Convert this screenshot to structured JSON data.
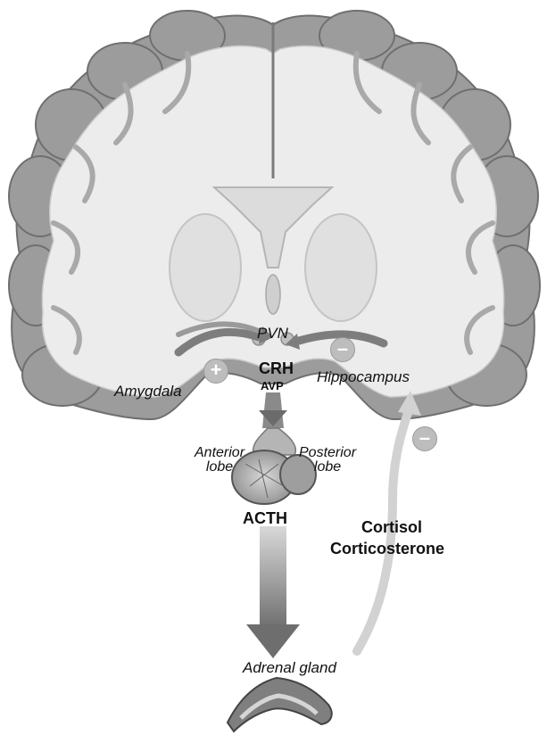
{
  "labels": {
    "pvn": "PVN",
    "crh": "CRH",
    "avp": "AVP",
    "amygdala": "Amygdala",
    "hippocampus": "Hippocampus",
    "anterior_lobe": [
      "Anterior",
      "lobe"
    ],
    "posterior_lobe": [
      "Posterior",
      "lobe"
    ],
    "acth": "ACTH",
    "cortisol": "Cortisol",
    "corticosterone": "Corticosterone",
    "adrenal_gland": "Adrenal gland"
  },
  "signs": {
    "amygdala_effect": "+",
    "hippocampus_effect": "–",
    "feedback_effect": "–"
  },
  "colors": {
    "cortex_gray": "#9c9c9c",
    "white_matter": "#ececec",
    "arrow_dark": "#7a7a7a",
    "arrow_light": "#d2d2d2",
    "text": "#111111"
  }
}
